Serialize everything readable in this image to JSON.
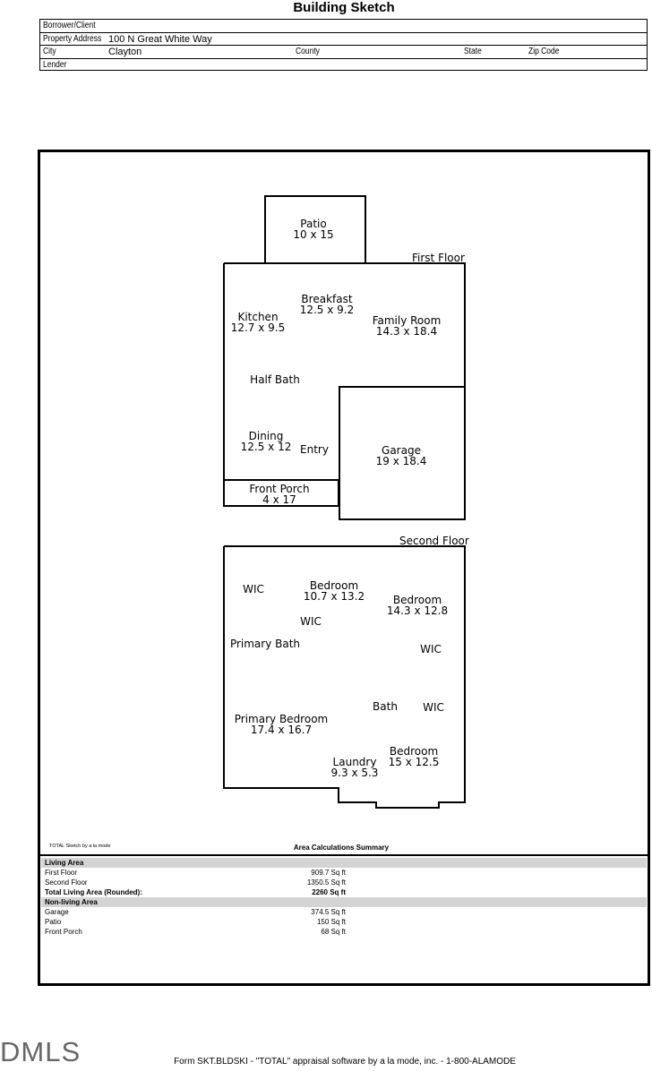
{
  "header": {
    "title": "Building Sketch",
    "fields": {
      "borrower_label": "Borrower/Client",
      "borrower_value": "",
      "address_label": "Property Address",
      "address_value": "100 N Great White Way",
      "city_label": "City",
      "city_value": "Clayton",
      "county_label": "County",
      "state_label": "State",
      "zip_label": "Zip Code",
      "lender_label": "Lender"
    }
  },
  "sketch": {
    "first_floor_label": "First Floor",
    "second_floor_label": "Second Floor",
    "first_floor_rooms": [
      {
        "name": "Patio",
        "dims": "10 x 15"
      },
      {
        "name": "Breakfast",
        "dims": "12.5 x 9.2"
      },
      {
        "name": "Kitchen",
        "dims": "12.7 x 9.5"
      },
      {
        "name": "Family Room",
        "dims": "14.3 x 18.4"
      },
      {
        "name": "Half Bath",
        "dims": ""
      },
      {
        "name": "Dining",
        "dims": "12.5 x 12"
      },
      {
        "name": "Entry",
        "dims": ""
      },
      {
        "name": "Garage",
        "dims": "19 x 18.4"
      },
      {
        "name": "Front Porch",
        "dims": "4 x 17"
      }
    ],
    "second_floor_rooms": [
      {
        "name": "WIC",
        "dims": ""
      },
      {
        "name": "Bedroom",
        "dims": "10.7 x 13.2"
      },
      {
        "name": "Bedroom",
        "dims": "14.3 x 12.8"
      },
      {
        "name": "WIC",
        "dims": ""
      },
      {
        "name": "Primary Bath",
        "dims": ""
      },
      {
        "name": "WIC",
        "dims": ""
      },
      {
        "name": "Bath",
        "dims": ""
      },
      {
        "name": "WIC",
        "dims": ""
      },
      {
        "name": "Primary Bedroom",
        "dims": "17.4 x 16.7"
      },
      {
        "name": "Bedroom",
        "dims": "15 x 12.5"
      },
      {
        "name": "Laundry",
        "dims": "9.3 x 5.3"
      }
    ]
  },
  "summary": {
    "sketch_by": "TOTAL Sketch by a la mode",
    "title": "Area Calculations Summary",
    "living_area_label": "Living Area",
    "rows_living": [
      {
        "name": "First Floor",
        "value": "909.7 Sq ft"
      },
      {
        "name": "Second Floor",
        "value": "1350.5 Sq ft"
      }
    ],
    "total_label": "Total Living Area (Rounded):",
    "total_value": "2260 Sq ft",
    "nonliving_label": "Non-living Area",
    "rows_nonliving": [
      {
        "name": "Garage",
        "value": "374.5 Sq ft"
      },
      {
        "name": "Patio",
        "value": "150 Sq ft"
      },
      {
        "name": "Front Porch",
        "value": "68 Sq ft"
      }
    ]
  },
  "footer": {
    "logo": "DMLS",
    "form_text": "Form SKT.BLDSKI - \"TOTAL\" appraisal software by a la mode, inc. - 1-800-ALAMODE"
  }
}
